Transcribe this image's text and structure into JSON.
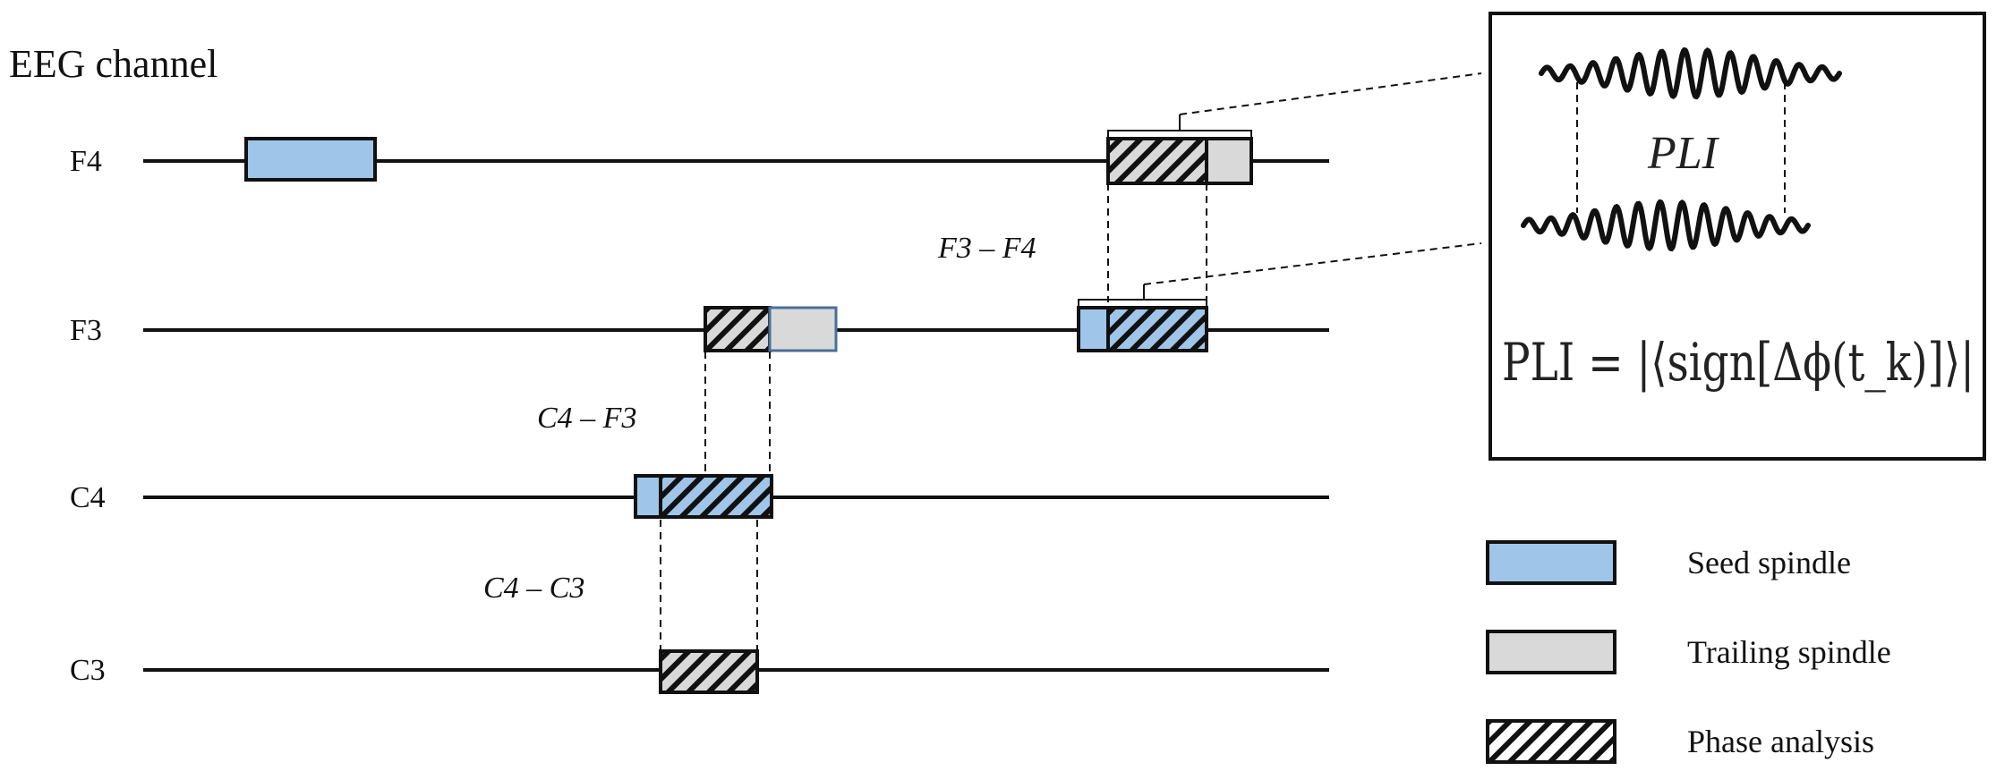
{
  "diagram": {
    "title": "EEG channel",
    "channels": [
      {
        "name": "F4"
      },
      {
        "name": "F3"
      },
      {
        "name": "C4"
      },
      {
        "name": "C3"
      }
    ],
    "pair_labels": [
      "F3 – F4",
      "C4 – F3",
      "C4 – C3"
    ],
    "inset": {
      "pli_label": "PLI",
      "formula": "PLI = |⟨sign[Δϕ(t_k)]⟩|"
    },
    "legend": [
      {
        "label": "Seed spindle",
        "kind": "seed"
      },
      {
        "label": "Trailing spindle",
        "kind": "trailing"
      },
      {
        "label": "Phase analysis",
        "kind": "phase"
      }
    ],
    "colors": {
      "seed": "#9fc5e8",
      "trailing": "#d9d9d9",
      "stroke": "#111111",
      "seed_edge": "#4a6f96"
    }
  }
}
